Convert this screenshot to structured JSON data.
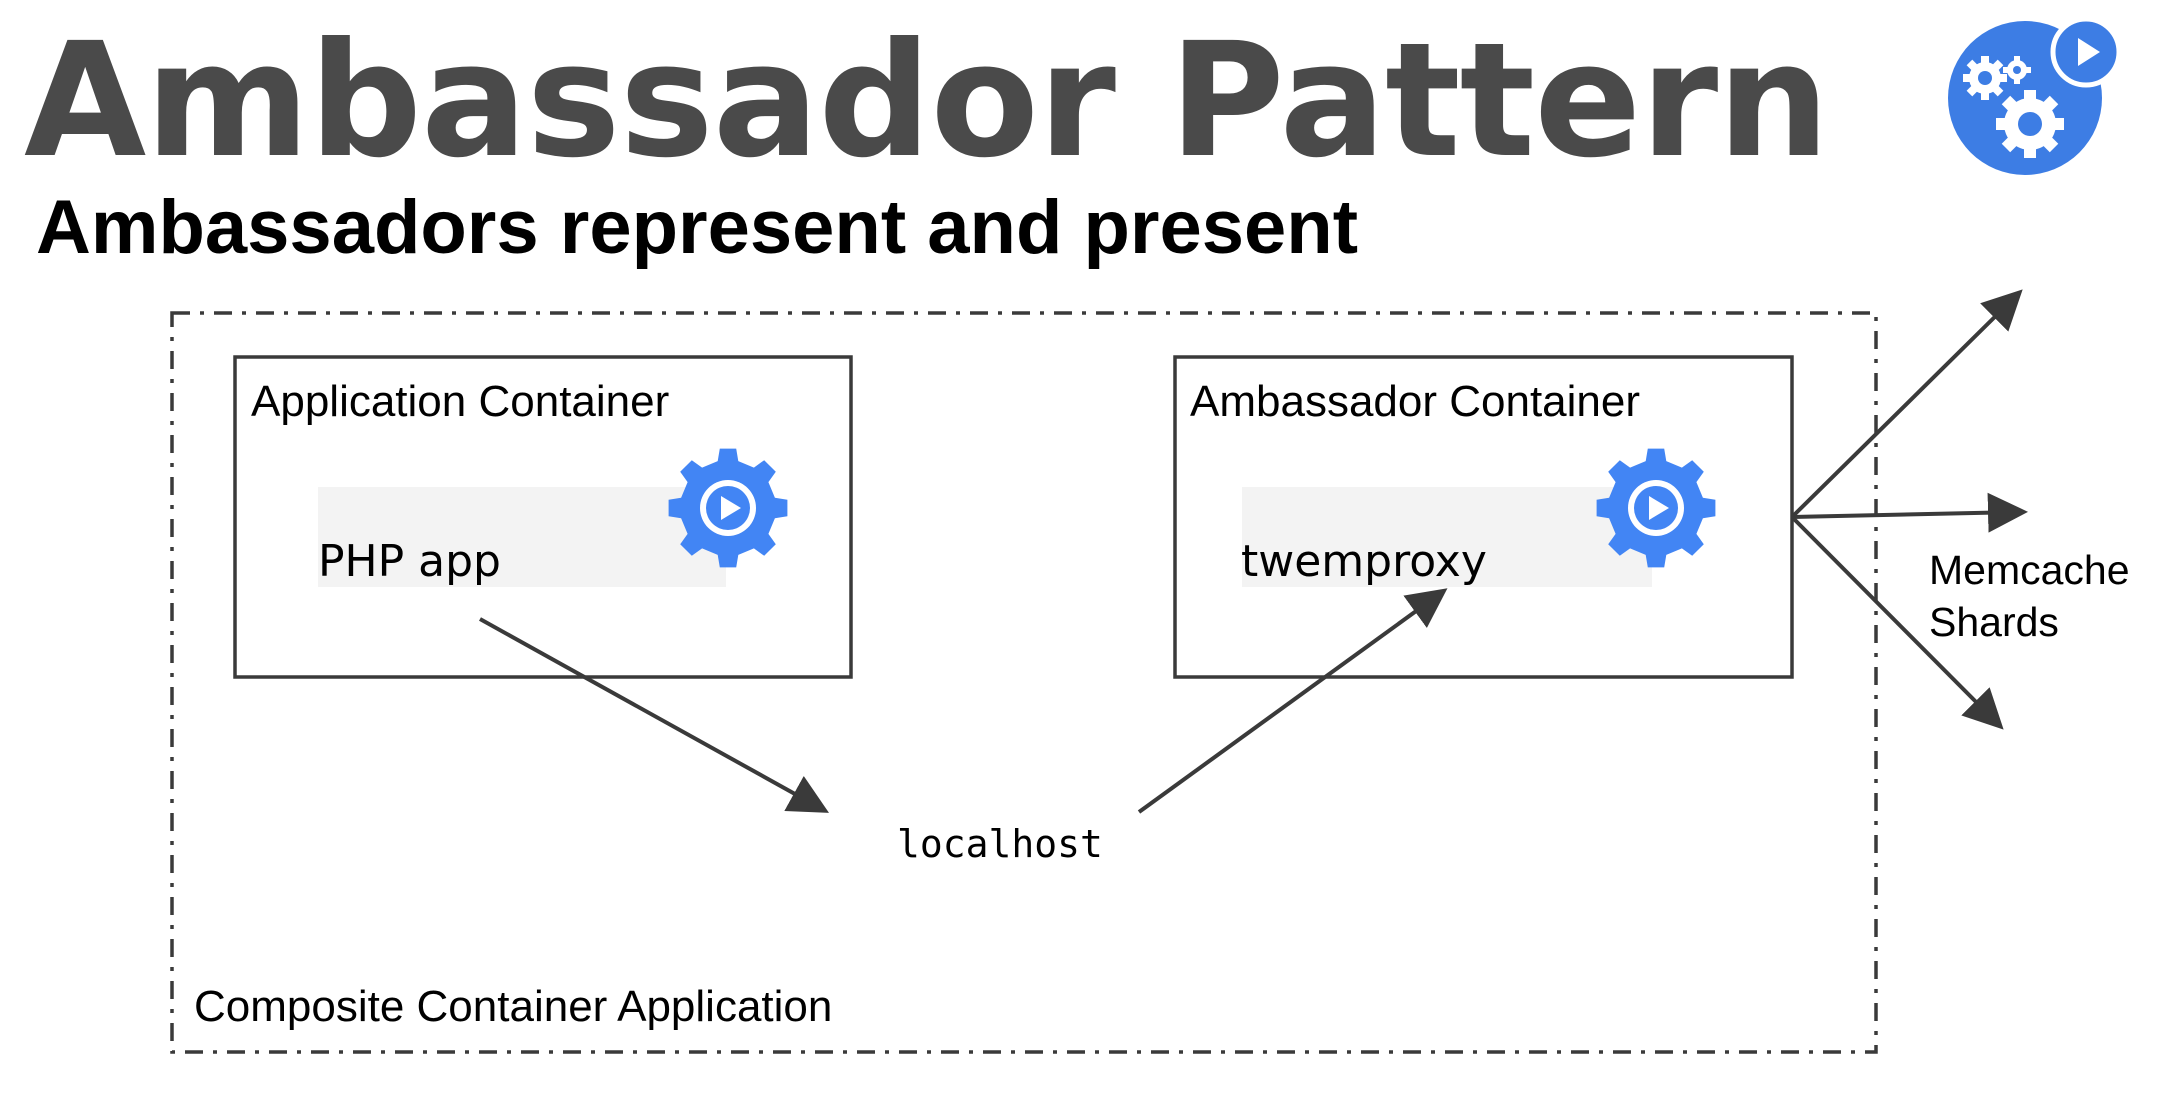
{
  "slide": {
    "title": "Ambassador Pattern",
    "subtitle": "Ambassadors represent and present"
  },
  "diagram": {
    "composite_label": "Composite Container Application",
    "app_container": {
      "label": "Application Container",
      "inner_label": "PHP app",
      "icon": "gear-play-icon"
    },
    "ambassador_container": {
      "label": "Ambassador Container",
      "inner_label": "twemproxy",
      "icon": "gear-play-icon"
    },
    "localhost_label": "localhost",
    "shards_label": [
      "Memcache",
      "Shards"
    ]
  },
  "colors": {
    "title": "#4a4a4a",
    "logo_blue": "#3d7de4",
    "gear_blue": "#4285f4",
    "line": "#3a3a3a",
    "inner_box": "#f3f3f3"
  }
}
